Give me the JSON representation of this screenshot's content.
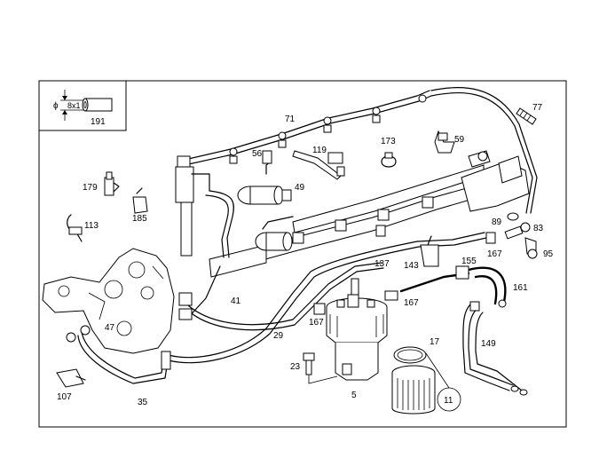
{
  "legend": {
    "dimension_prefix": "ϕ",
    "dimension_value": "8x1",
    "part_number": "191"
  },
  "callouts": [
    "71",
    "77",
    "119",
    "173",
    "59",
    "56",
    "49",
    "179",
    "185",
    "113",
    "89",
    "83",
    "95",
    "167",
    "137",
    "143",
    "155",
    "161",
    "41",
    "167",
    "167",
    "47",
    "29",
    "149",
    "17",
    "23",
    "5",
    "11",
    "107",
    "35"
  ]
}
